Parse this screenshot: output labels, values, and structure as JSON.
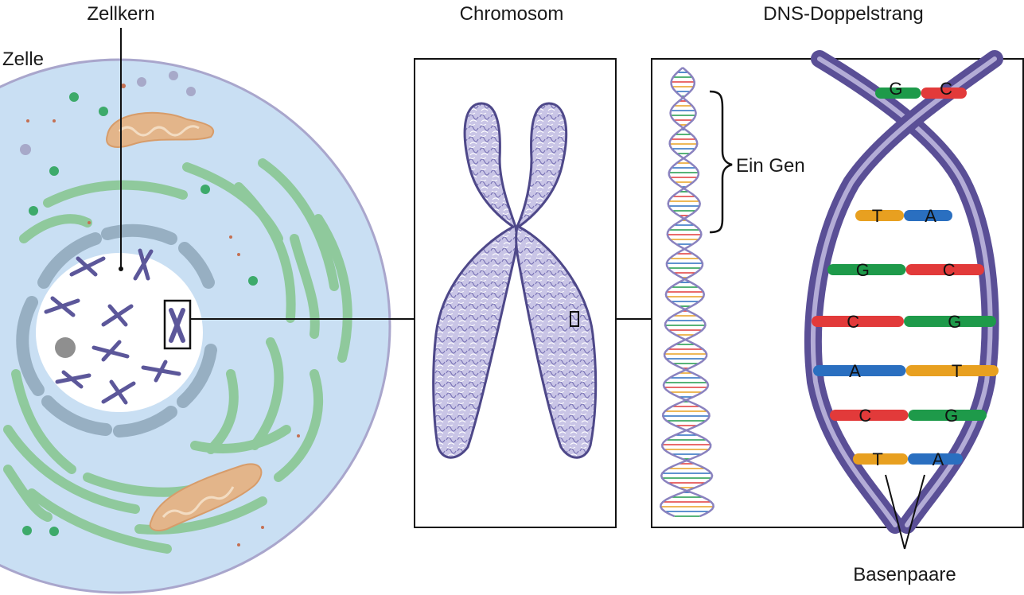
{
  "labels": {
    "zellkern": "Zellkern",
    "zelle": "Zelle",
    "chromosom": "Chromosom",
    "dns": "DNS-Doppelstrang",
    "gen": "Ein Gen",
    "basenpaare": "Basenpaare"
  },
  "base_pairs": [
    {
      "left": "G",
      "right": "C"
    },
    {
      "left": "T",
      "right": "A"
    },
    {
      "left": "G",
      "right": "C"
    },
    {
      "left": "C",
      "right": "G"
    },
    {
      "left": "A",
      "right": "T"
    },
    {
      "left": "C",
      "right": "G"
    },
    {
      "left": "T",
      "right": "A"
    }
  ],
  "colors": {
    "G": "#1e9a4a",
    "C": "#e23a3a",
    "T": "#e8a020",
    "A": "#2a6fc0",
    "cytoplasm": "#c9dff3",
    "er": "#8cc898",
    "nucleus_envelope": "#97afc2",
    "chromosome": "#6b66a8",
    "mitochondria": "#e3b58a",
    "backbone": "#6a5fa0"
  }
}
